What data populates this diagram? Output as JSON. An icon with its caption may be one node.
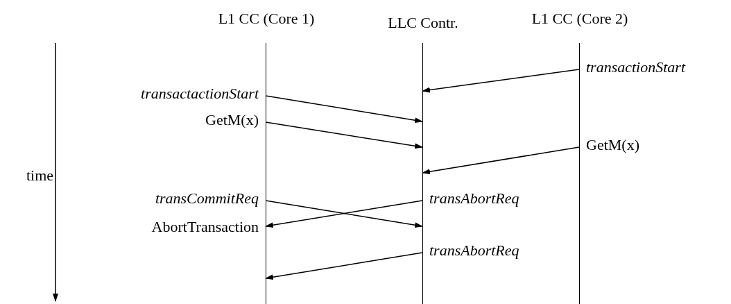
{
  "diagram": {
    "nodes": [
      {
        "text": [
          "L1 CC (Core 1)"
        ]
      },
      {
        "text": [
          "LLC Contr."
        ]
      },
      {
        "text": [
          "L1 CC (Core 2)"
        ]
      }
    ],
    "edges": [
      {
        "from": 2,
        "to": 1,
        "arrow": "to",
        "label": "transactionStart"
      },
      {
        "from": 0,
        "to": 1,
        "arrow": "to",
        "label": "transactactionStart"
      },
      {
        "from": 0,
        "to": 1,
        "arrow": "to",
        "label": "GetM(x)"
      },
      {
        "from": 2,
        "to": 1,
        "arrow": "to",
        "label": "GetM(x)"
      },
      {
        "from": 0,
        "to": 1,
        "arrow": "to",
        "label": "transCommitReq"
      },
      {
        "from": 1,
        "to": 0,
        "arrow": "to",
        "label": "transAbortReq"
      },
      {
        "from": 1,
        "to": 0,
        "arrow": "to",
        "label": "transAbortReq"
      }
    ],
    "labels": [
      "time",
      "AbortTransaction"
    ]
  }
}
